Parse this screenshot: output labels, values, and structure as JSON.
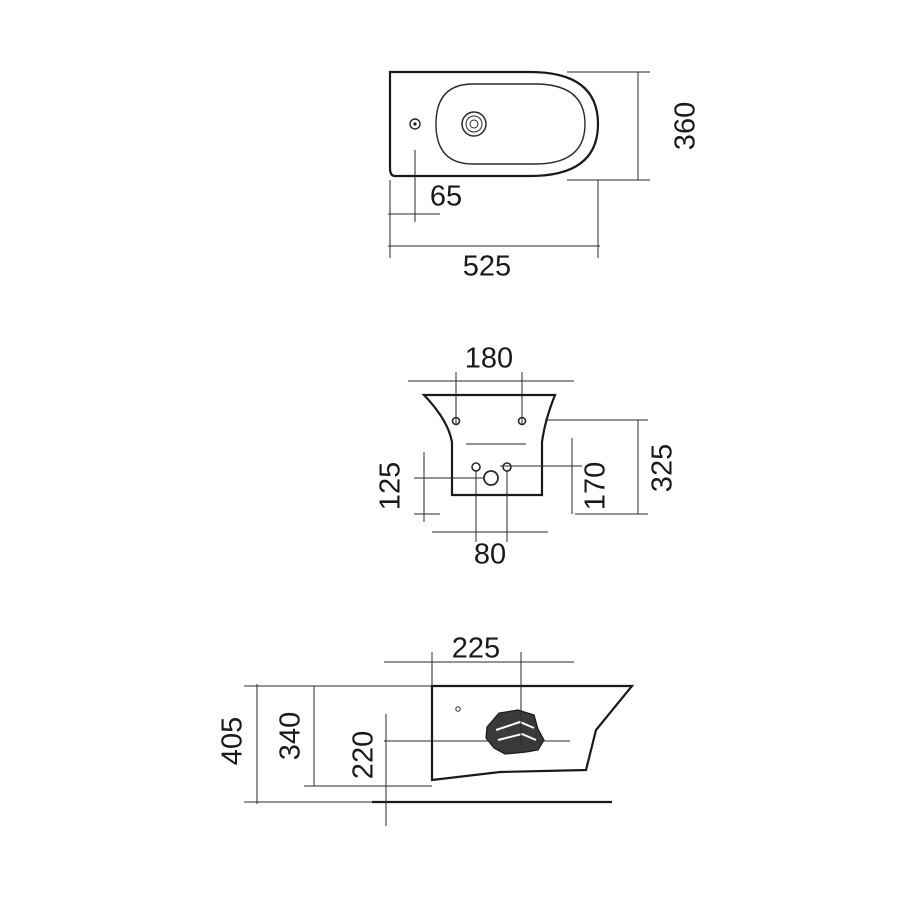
{
  "views": {
    "top": {
      "width": "525",
      "depth": "360",
      "tap_offset": "65"
    },
    "rear": {
      "upper_bolt_spacing": "180",
      "lower_bolt_spacing": "80",
      "left_vertical": "125",
      "right_vertical": "170",
      "total_height": "325"
    },
    "side": {
      "projection": "225",
      "height_total": "405",
      "height_rim": "340",
      "height_outlet": "220"
    }
  }
}
